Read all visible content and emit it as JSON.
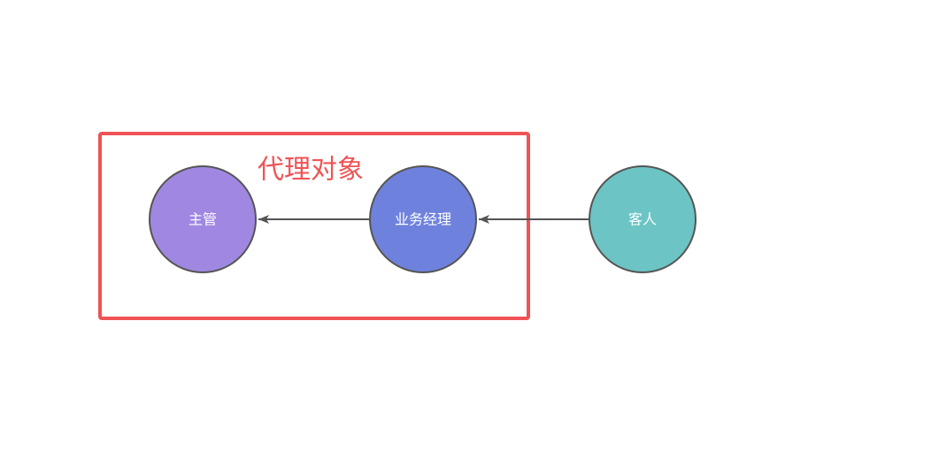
{
  "diagram": {
    "group": {
      "label": "代理对象",
      "border_color": "#ef5355"
    },
    "nodes": [
      {
        "id": "supervisor",
        "label": "主管",
        "color": "#a088e2"
      },
      {
        "id": "manager",
        "label": "业务经理",
        "color": "#6e82dd"
      },
      {
        "id": "guest",
        "label": "客人",
        "color": "#6cc4c4"
      }
    ],
    "edges": [
      {
        "from": "guest",
        "to": "manager"
      },
      {
        "from": "manager",
        "to": "supervisor"
      }
    ],
    "line_color": "#555555"
  }
}
